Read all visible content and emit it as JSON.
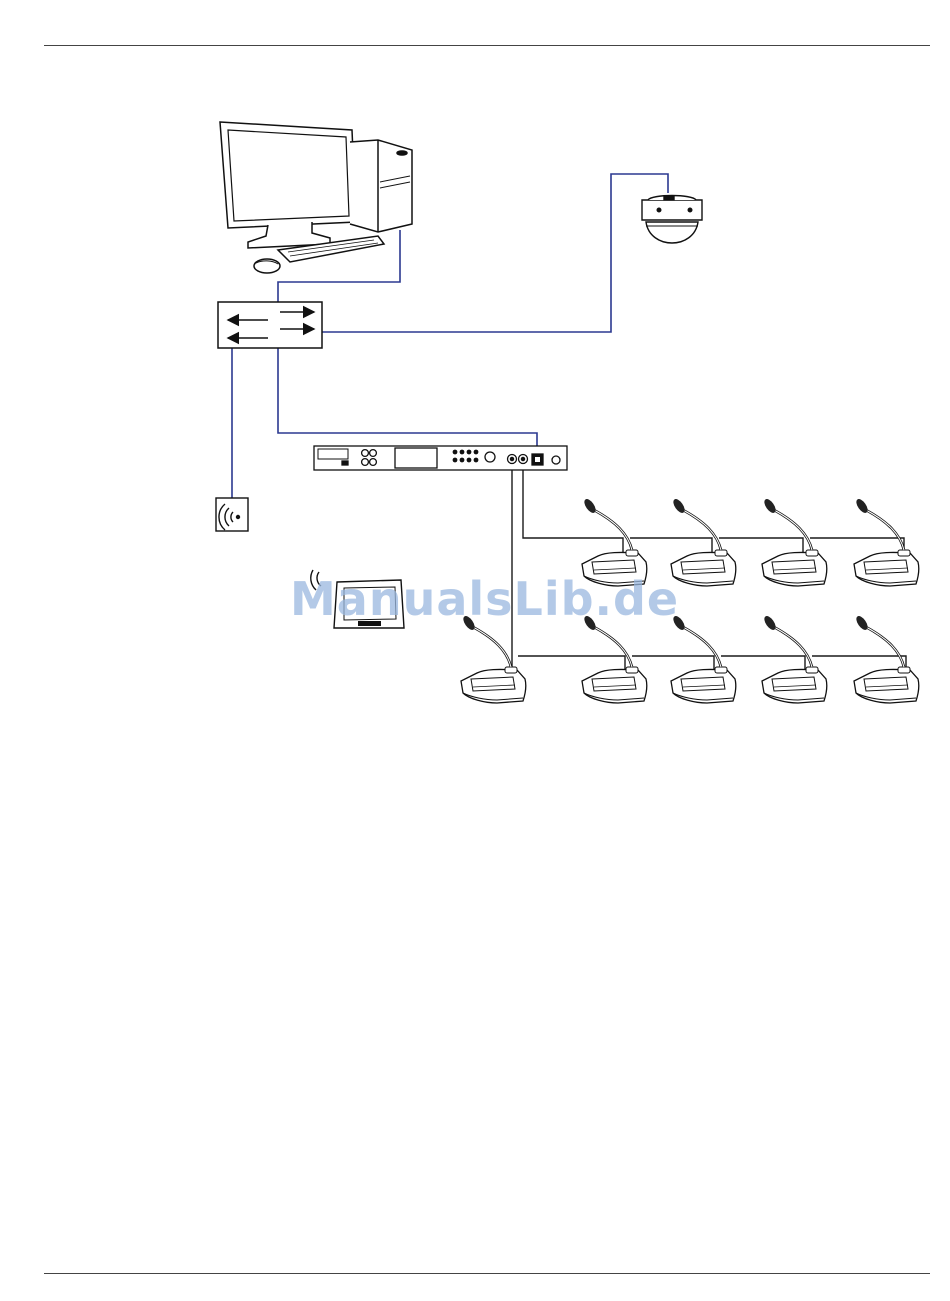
{
  "watermark": {
    "text": "ManualsLib.de"
  },
  "colors": {
    "link": "#2b3990",
    "line": "#1a1a1a",
    "watermark": "#9ab8df"
  },
  "devices": [
    {
      "name": "pc-workstation-icon"
    },
    {
      "name": "network-switch-icon"
    },
    {
      "name": "dome-camera-icon"
    },
    {
      "name": "central-unit-icon"
    },
    {
      "name": "wireless-access-point-icon"
    },
    {
      "name": "tablet-icon"
    },
    {
      "name": "delegate-unit-icon",
      "count": 9
    },
    {
      "name": "chairman-unit-icon",
      "count": 1
    }
  ]
}
